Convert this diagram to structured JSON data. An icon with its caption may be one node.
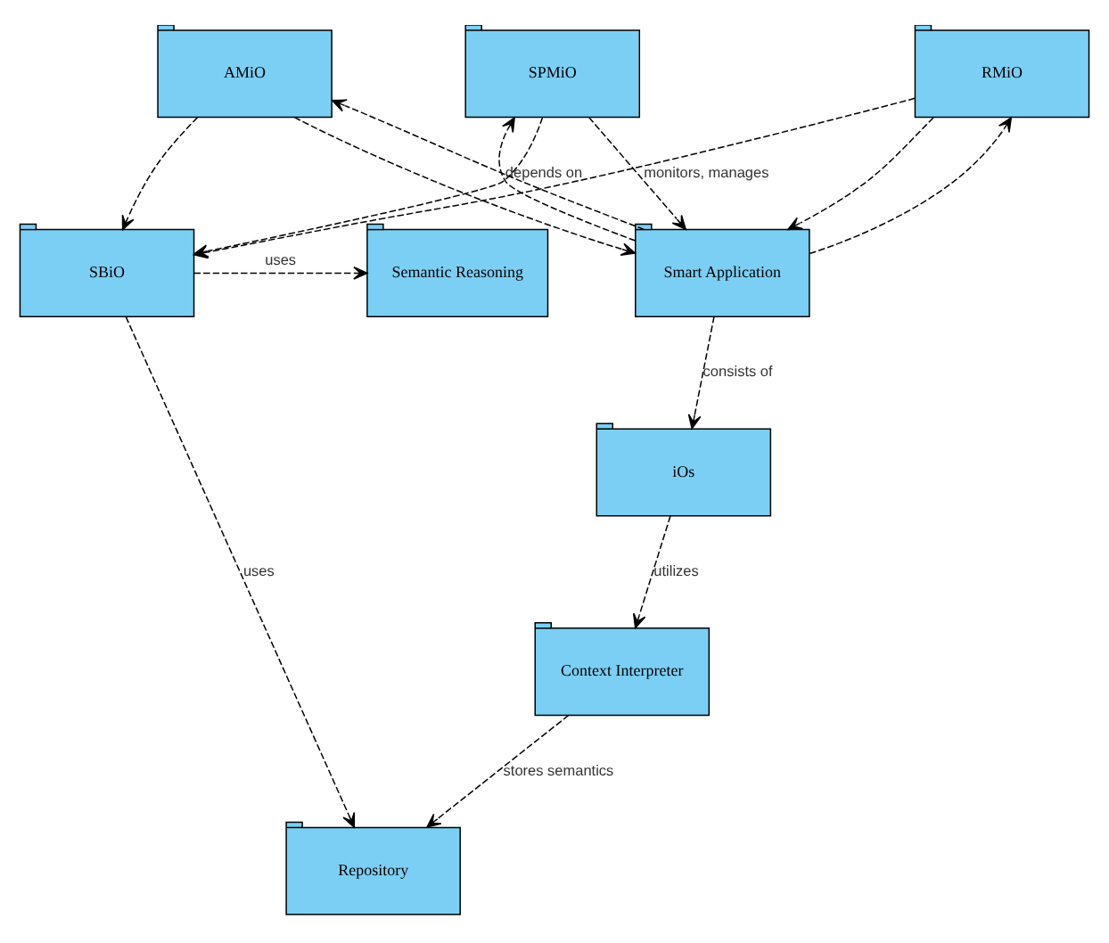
{
  "diagram": {
    "nodes": [
      {
        "text": [
          "SPMiO"
        ]
      },
      {
        "text": [
          "RMiO"
        ]
      },
      {
        "text": [
          "AMiO"
        ]
      },
      {
        "text": [
          "Semantic Reasoning"
        ]
      },
      {
        "text": [
          "Smart Application"
        ]
      },
      {
        "text": [
          "SBiO"
        ]
      },
      {
        "text": [
          "Repository"
        ]
      },
      {
        "text": [
          "iOs"
        ]
      },
      {
        "text": [
          "Context Interpreter"
        ]
      }
    ],
    "edges": [
      {
        "from": 4,
        "to": 0,
        "arrow": "to",
        "style": "dashed",
        "label": "depends on"
      },
      {
        "from": 4,
        "to": 1,
        "arrow": "to",
        "style": "dashed"
      },
      {
        "from": 4,
        "to": 2,
        "arrow": "to",
        "style": "dashed"
      },
      {
        "from": 0,
        "to": 5,
        "arrow": "to",
        "style": "dashed"
      },
      {
        "from": 1,
        "to": 5,
        "arrow": "to",
        "style": "dashed",
        "label": "monitors, manages"
      },
      {
        "from": 2,
        "to": 5,
        "arrow": "to",
        "style": "dashed"
      },
      {
        "from": 0,
        "to": 4,
        "arrow": "to",
        "style": "dashed"
      },
      {
        "from": 1,
        "to": 4,
        "arrow": "to",
        "style": "dashed"
      },
      {
        "from": 2,
        "to": 4,
        "arrow": "to",
        "style": "dashed"
      },
      {
        "from": 5,
        "to": 3,
        "arrow": "to",
        "style": "dashed",
        "label": "uses"
      },
      {
        "from": 5,
        "to": 6,
        "arrow": "to",
        "style": "dashed",
        "label": "uses"
      },
      {
        "from": 4,
        "to": 7,
        "arrow": "to",
        "style": "dashed",
        "label": "consists of"
      },
      {
        "from": 7,
        "to": 8,
        "arrow": "to",
        "style": "dashed",
        "label": "utilizes"
      },
      {
        "from": 8,
        "to": 6,
        "arrow": "to",
        "style": "dashed",
        "label": "stores semantics"
      }
    ]
  }
}
